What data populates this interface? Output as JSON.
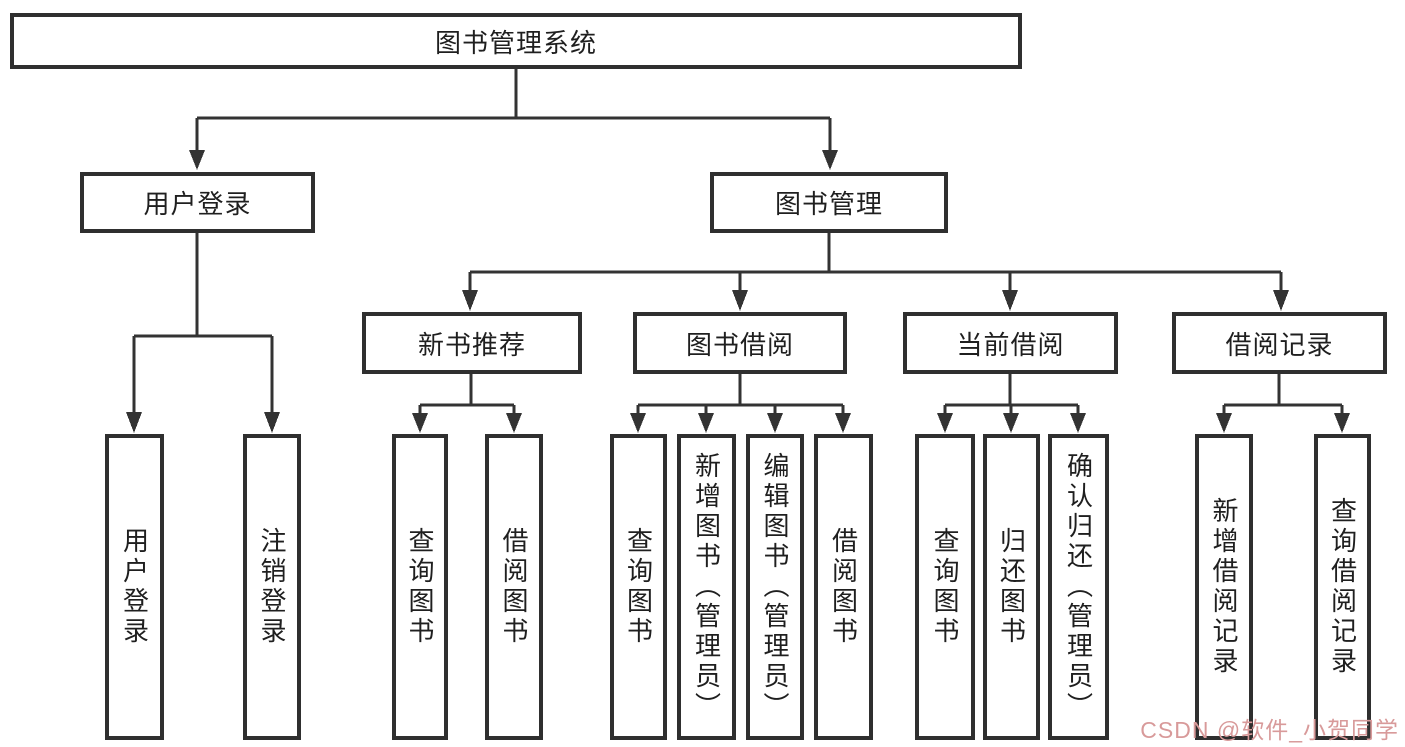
{
  "colors": {
    "line": "#333333",
    "box_border": "#2f2f2f",
    "text": "#1f1f1f",
    "watermark": "#d89a9a"
  },
  "watermark": {
    "text": "CSDN @软件_小贺同学"
  },
  "tree": {
    "label": "图书管理系统",
    "children": [
      {
        "label": "用户登录",
        "children": [
          {
            "label": "用户登录"
          },
          {
            "label": "注销登录"
          }
        ]
      },
      {
        "label": "图书管理",
        "children": [
          {
            "label": "新书推荐",
            "children": [
              {
                "label": "查询图书"
              },
              {
                "label": "借阅图书"
              }
            ]
          },
          {
            "label": "图书借阅",
            "children": [
              {
                "label": "查询图书"
              },
              {
                "label": "新增图书（管理员）"
              },
              {
                "label": "编辑图书（管理员）"
              },
              {
                "label": "借阅图书"
              }
            ]
          },
          {
            "label": "当前借阅",
            "children": [
              {
                "label": "查询图书"
              },
              {
                "label": "归还图书"
              },
              {
                "label": "确认归还（管理员）"
              }
            ]
          },
          {
            "label": "借阅记录",
            "children": [
              {
                "label": "新增借阅记录"
              },
              {
                "label": "查询借阅记录"
              }
            ]
          }
        ]
      }
    ]
  }
}
